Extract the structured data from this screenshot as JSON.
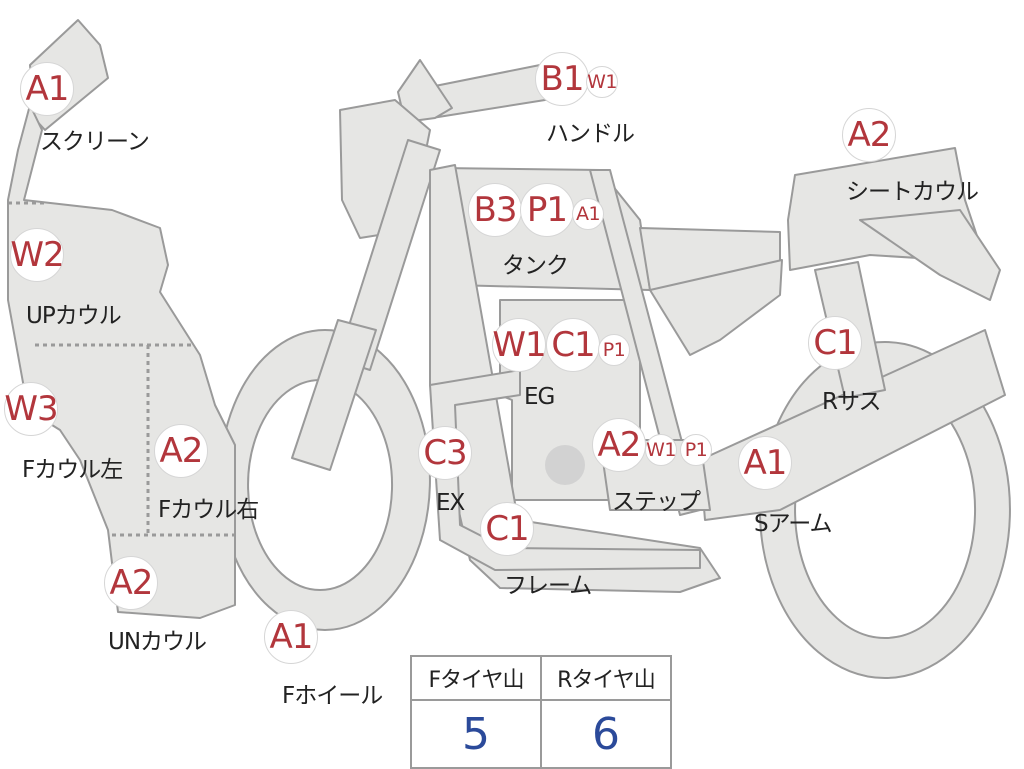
{
  "diagram": {
    "body_color": "#e6e6e4",
    "outline_color": "#9a9a9a",
    "badge_text_color": "#b2363c",
    "value_color": "#2b4a9a"
  },
  "badges": {
    "screen": "A1",
    "upcowl": "W2",
    "fcowl_left": "W3",
    "fcowl_right": "A2",
    "uncowl": "A2",
    "fwheel": "A1",
    "handle_b1": "B1",
    "handle_w1": "W1",
    "tank_b3": "B3",
    "tank_p1": "P1",
    "tank_a1": "A1",
    "eg_w1": "W1",
    "eg_c1": "C1",
    "eg_p1": "P1",
    "ex": "C3",
    "frame": "C1",
    "step_a2": "A2",
    "step_w1": "W1",
    "step_p1": "P1",
    "seatcowl": "A2",
    "rsus": "C1",
    "sarm": "A1"
  },
  "labels": {
    "screen": "スクリーン",
    "upcowl": "UPカウル",
    "fcowl_left": "Fカウル左",
    "fcowl_right": "Fカウル右",
    "uncowl": "UNカウル",
    "fwheel": "Fホイール",
    "handle": "ハンドル",
    "tank": "タンク",
    "eg": "EG",
    "ex": "EX",
    "frame": "フレーム",
    "step": "ステップ",
    "seatcowl": "シートカウル",
    "rsus": "Rサス",
    "sarm": "Sアーム"
  },
  "tire_table": {
    "headers": [
      "Fタイヤ山",
      "Rタイヤ山"
    ],
    "values": [
      "5",
      "6"
    ]
  }
}
